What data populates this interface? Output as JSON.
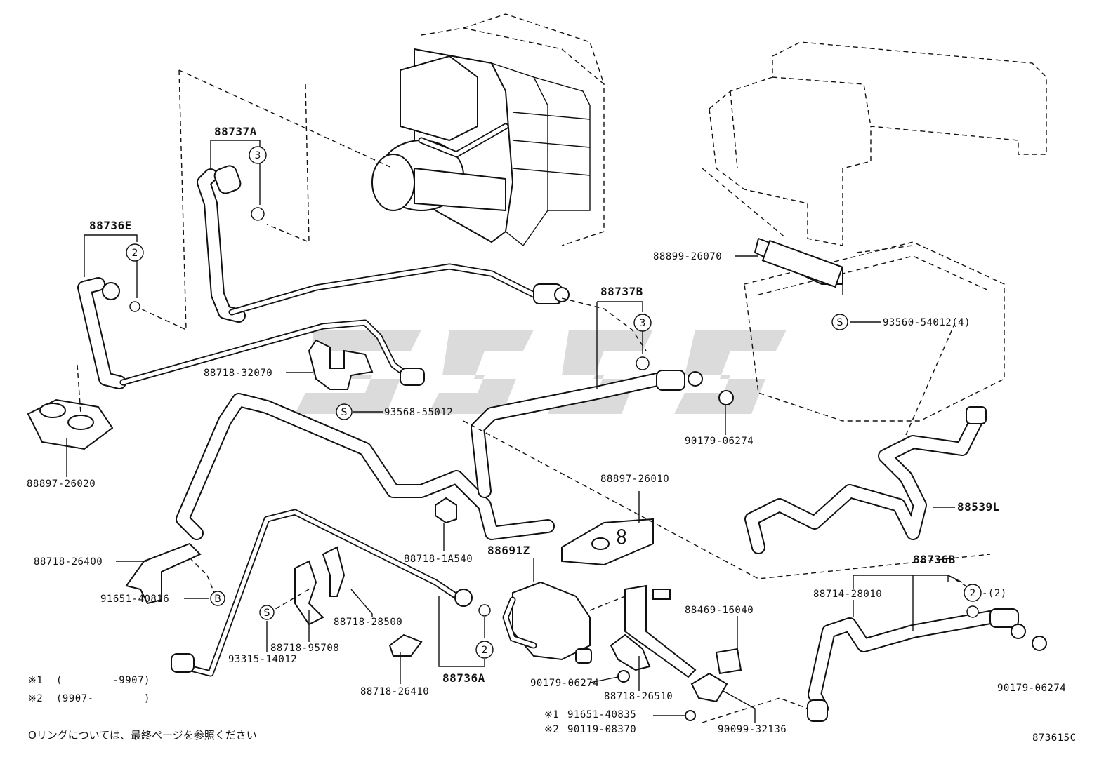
{
  "parts": {
    "p88737A": "88737A",
    "p88736E": "88736E",
    "p88899_26070": "88899-26070",
    "p88737B": "88737B",
    "p93560_54012": "93560-54012(4)",
    "p88718_32070": "88718-32070",
    "p93568_55012": "93568-55012",
    "p88897_26020": "88897-26020",
    "p90179_06274_a": "90179-06274",
    "p88897_26010": "88897-26010",
    "p88539L": "88539L",
    "p88718_26400": "88718-26400",
    "p88718_1A540": "88718-1A540",
    "p88691Z": "88691Z",
    "p88736B": "88736B",
    "p91651_40816": "91651-40816",
    "p88718_28500": "88718-28500",
    "p88714_28010": "88714-28010",
    "p88469_16040": "88469-16040",
    "p88718_95708": "88718-95708",
    "p93315_14012": "93315-14012",
    "p88736A": "88736A",
    "p90179_06274_b": "90179-06274",
    "p88718_26410": "88718-26410",
    "p88718_26510": "88718-26510",
    "p90179_06274_c": "90179-06274",
    "p91651_40835": "91651-40835",
    "p90119_08370": "90119-08370",
    "p90099_32136": "90099-32136"
  },
  "callouts": {
    "c3a": "3",
    "c2a": "2",
    "c3b": "3",
    "c2b": "2",
    "c2c": "2",
    "c2c_qty": "-(2)",
    "s1": "S",
    "s2": "S",
    "s3": "S",
    "b1": "B"
  },
  "notes": {
    "note1_mark": "※1",
    "note1_range": "(        -9907)",
    "note2_mark": "※2",
    "note2_range": "(9907-        )",
    "ref_mark1": "※1",
    "ref_mark2": "※2",
    "oring_note": "Oリングについては、最終ページを参照ください"
  },
  "figure_code": "873615C"
}
